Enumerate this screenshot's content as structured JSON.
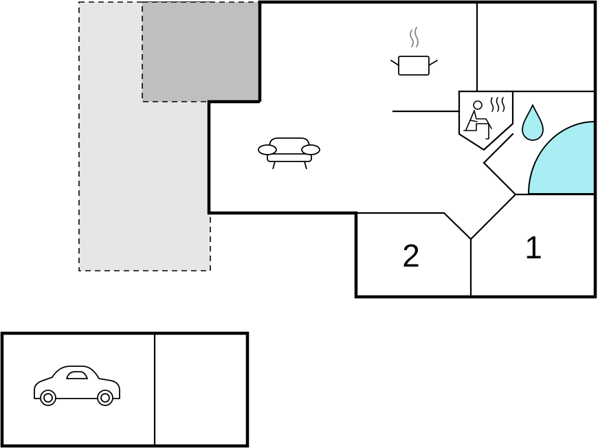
{
  "floorplan": {
    "colors": {
      "wall": "#000000",
      "terrace_light": "#e6e6e6",
      "terrace_dark": "#bfbfbf",
      "pool_water": "#a8eef2",
      "background": "#ffffff"
    },
    "areas": {
      "terrace": {
        "style": "dashed"
      },
      "covered_terrace": {
        "style": "dashed"
      },
      "kitchen": {
        "icon": "cooking-pot-icon"
      },
      "living_room": {
        "icon": "sofa-chair-icon"
      },
      "sauna": {
        "icon": "sauna-icon"
      },
      "pool_room": {
        "icons": [
          "water-drop-icon",
          "pool-icon"
        ]
      },
      "bedroom_1": {
        "label": "1"
      },
      "bedroom_2": {
        "label": "2"
      },
      "garage": {
        "icon": "car-icon"
      }
    }
  }
}
